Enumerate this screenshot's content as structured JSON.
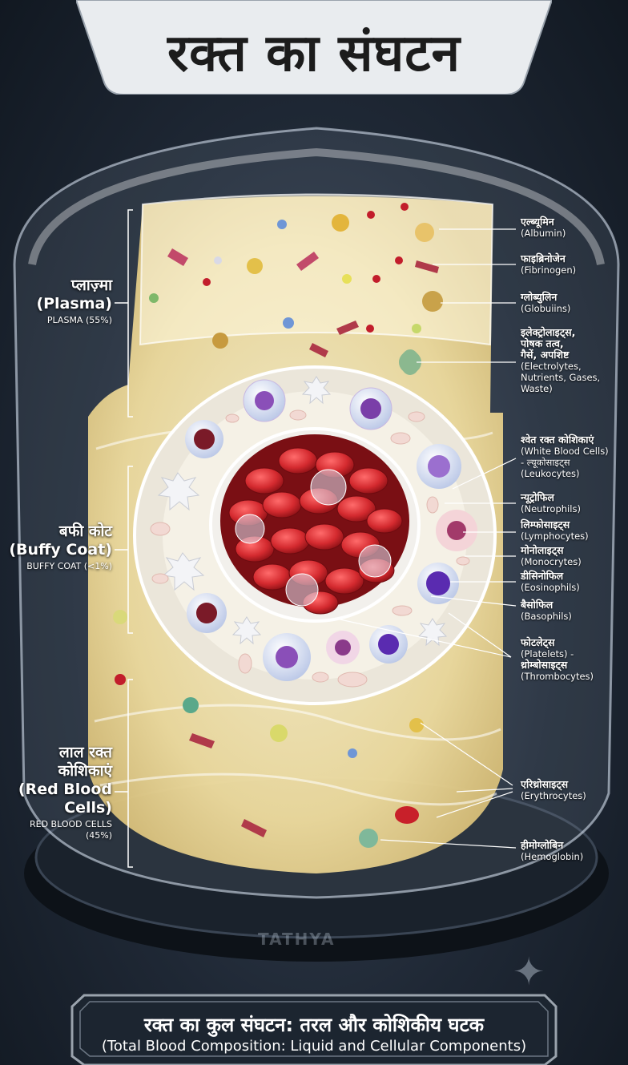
{
  "title": "रक्त का संघटन",
  "left_labels": {
    "plasma": {
      "hi": "प्लाज़्मा",
      "en": "(Plasma)",
      "pct": "PLASMA (55%)"
    },
    "buffy": {
      "hi": "बफी कोट",
      "en": "(Buffy Coat)",
      "pct": "BUFFY COAT (<1%)"
    },
    "rbc": {
      "hi1": "लाल रक्त",
      "hi2": "कोशिकाएं",
      "en1": "(Red Blood",
      "en2": "Cells)",
      "pct1": "RED BLOOD CELLS",
      "pct2": "(45%)"
    }
  },
  "right_labels": {
    "albumin": {
      "hi": "एल्ब्यूमिन",
      "en": "(Albumin)"
    },
    "fibrinogen": {
      "hi": "फाइब्रिनोजेन",
      "en": "(Fibrinogen)"
    },
    "globulins": {
      "hi": "ग्लोब्युलिन",
      "en": "(Globuiins)"
    },
    "electrolytes": {
      "hi1": "इलेक्ट्रोलाइट्स,",
      "hi2": "पोषक तत्व,",
      "hi3": "गैसें, अपशिष्ट",
      "en1": "(Electrolytes,",
      "en2": "Nutrients, Gases,",
      "en3": "Waste)"
    },
    "wbc": {
      "hi": "श्वेत रक्त कोशिकाएं",
      "en1": "(White Blood Cells)",
      "en2": "- ल्यूकोसाइट्स",
      "en3": "(Leukocytes)"
    },
    "neutrophils": {
      "hi": "न्यूट्रोफिल",
      "en": "(Neutrophils)"
    },
    "lymphocytes": {
      "hi": "लिम्फोसाइट्स",
      "en": "(Lymphocytes)"
    },
    "monocytes": {
      "hi": "मोनोलाइट्स",
      "en": "(Monocrytes)"
    },
    "eosinophils": {
      "hi": "डीसिनोफिल",
      "en": "(Eosinophils)"
    },
    "basophils": {
      "hi": "बैसोफिल",
      "en": "(Basophils)"
    },
    "platelets": {
      "hi": "फोटलेट्स",
      "en1": "(Platelets) -",
      "hi2": "थ्रोम्बोसाइट्स",
      "en2": "(Thrombocytes)"
    },
    "erythrocytes": {
      "hi": "एरिथ्रोसाइट्स",
      "en": "(Erythrocytes)"
    },
    "hemoglobin": {
      "hi": "हीमोग्लोबिन",
      "en": "(Hemoglobin)"
    }
  },
  "brand": "TATHYA",
  "footer": {
    "hi": "रक्त का कुल संघटन: तरल और कोशिकीय घटक",
    "en": "(Total Blood Composition: Liquid and Cellular Components)"
  },
  "colors": {
    "plasma": "#f3e6b8",
    "rbc": "#c8202a",
    "banner": "#e9ecef",
    "line": "#ffffff"
  }
}
